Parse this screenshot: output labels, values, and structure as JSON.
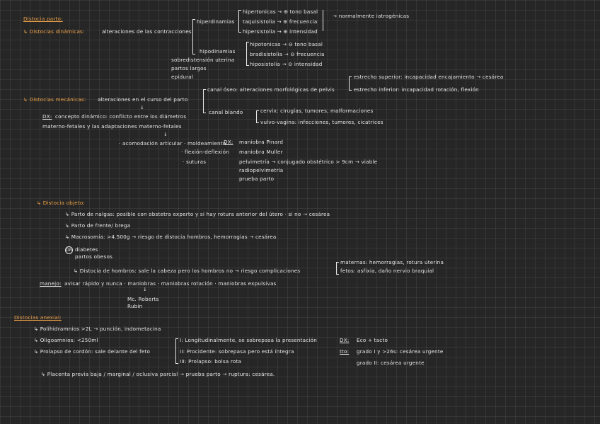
{
  "sections": {
    "normal": {
      "title": "Distocia parto:",
      "dinamicas": {
        "label": "↳ Distocias dinámicas:",
        "desc": "alteraciones de las contracciones",
        "hiper": "hiperdinamias",
        "hiper_items": [
          "hipertonicas → ⊕ tono basal",
          "taquisistolia → ⊕ frecuencia",
          "hipersistolia → ⊕ intensidad"
        ],
        "hiper_result": "→ normalmente iatrogénicas",
        "hipo": "hipodinamias",
        "hipo_items": [
          "hipotonicas → ⊖ tono basal",
          "bradisistolia → ⊖ frecuencia",
          "hiposistolia → ⊖ intensidad"
        ],
        "causes": [
          "sobredistensión uterina",
          "partos largos",
          "epidural"
        ]
      }
    },
    "mecanicas": {
      "label": "↳ Distocias mecánicas:",
      "desc": "alteraciones en el curso del parto",
      "canal_oseo": "canal óseo: alteraciones morfológicas de pelvis",
      "estrecho_sup": "estrecho superior: incapacidad encajamiento → cesárea",
      "estrecho_inf": "estrecho inferior: incapacidad rotación, flexión",
      "canal_blando": "canal blando",
      "cervix": "cervix: cirugías, tumores, malformaciones",
      "vulvo": "vulvo-vagina: infecciones, tumores, cicatrices",
      "arrow": "↓",
      "dx_label": "DX:",
      "dx": "concepto dinámico: conflicto entre los diámetros",
      "dx2": "materno-fetales y las adaptaciones materno-fetales",
      "arrow2": "↓",
      "acomodacion": "· acomodación articular · moldeamiento",
      "flexion": "· flexión-deflexión",
      "suturas": "· suturas",
      "dx_maniobras_label": "DX:",
      "maniobras": [
        "maniobra Pinard",
        "maniobra Muller",
        "pelvimetría → conjugado obstétrico > 9cm → viable",
        "radiopelvimetría",
        "prueba parto"
      ]
    },
    "objeto": {
      "label": "↳ Distocia objeto:",
      "items": [
        "↳ Parto de nalgas: posible con obstetra experto y si hay rotura anterior del útero · si no → cesárea",
        "↳ Parto de frente/ brega",
        "↳ Macrosomía: >4.500g → riesgo de distocia hombros, hemorragias → cesárea"
      ],
      "dm_circle": "DM",
      "dm_lines": [
        "diabetes",
        "partos obesos"
      ],
      "hombros": "↳ Distocia de hombros: sale la cabeza pero los hombros no → riesgo complicaciones",
      "hombros_comp1": "maternas: hemorragias, rotura uterina",
      "hombros_comp2": "fetos: asfixia, daño nervio braquial",
      "manejo_label": "manejo:",
      "manejo": "avisar rápido y nunca · maniobras · maniobras rotación · maniobras expulsivas",
      "arrow": "↓",
      "mcroberts": "Mc. Roberts",
      "rubin": "Rubin"
    },
    "anexial": {
      "title": "Distocias anexial:",
      "items": [
        "↳ Polihidramnios >2L → punción, indometacina",
        "↳ Oligoamnios: <250ml",
        "↳ Prolapso de cordón: sale delante del feto"
      ],
      "prolapso": [
        "I: Longitudinalmente, se sobrepasa la presentación",
        "II: Procidente: sobrepasa pero está íntegra",
        "III: Prolapso: bolsa rota"
      ],
      "dx_label": "DX:",
      "dx": "Eco + tacto",
      "tto_label": "tto:",
      "tto1": "grado I y >26s: cesárea urgente",
      "tto2": "grado II: cesárea urgente",
      "placenta": "↳ Placenta previa baja / marginal / oclusiva parcial → prueba parto → ruptura: cesárea."
    }
  }
}
